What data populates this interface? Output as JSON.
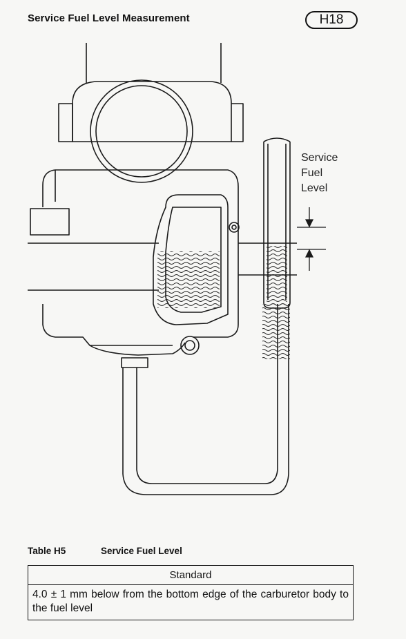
{
  "header": {
    "title": "Service Fuel Level Measurement",
    "page_code": "H18"
  },
  "figure": {
    "callout_lines": [
      "Service",
      "Fuel",
      "Level"
    ]
  },
  "table": {
    "number": "Table H5",
    "title": "Service Fuel Level",
    "header": "Standard",
    "value": "4.0 ± 1 mm below from the bottom edge of the carburetor body to the fuel level"
  }
}
